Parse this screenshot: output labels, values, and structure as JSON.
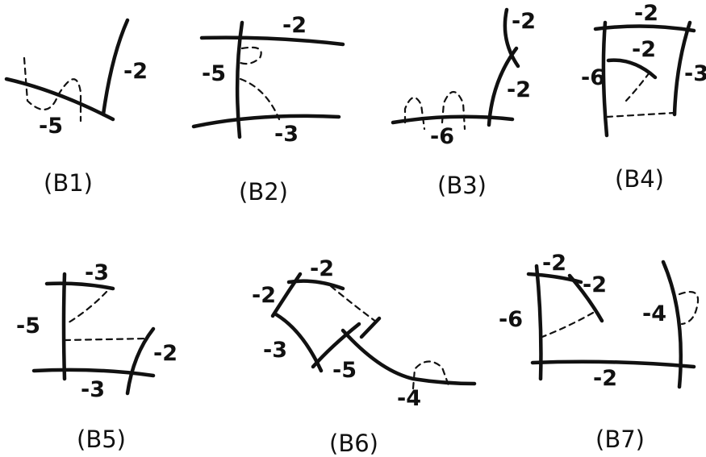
{
  "colors": {
    "ink": "#111111",
    "background": "#ffffff"
  },
  "panels": [
    {
      "caption": "(B1)",
      "labels": [
        "-2",
        "-5"
      ]
    },
    {
      "caption": "(B2)",
      "labels": [
        "-2",
        "-5",
        "-3"
      ]
    },
    {
      "caption": "(B3)",
      "labels": [
        "-2",
        "-2",
        "-6"
      ]
    },
    {
      "caption": "(B4)",
      "labels": [
        "-2",
        "-2",
        "-6",
        "-3"
      ]
    },
    {
      "caption": "(B5)",
      "labels": [
        "-3",
        "-5",
        "-2",
        "-3"
      ]
    },
    {
      "caption": "(B6)",
      "labels": [
        "-2",
        "-2",
        "-3",
        "-5",
        "-4"
      ]
    },
    {
      "caption": "(B7)",
      "labels": [
        "-2",
        "-2",
        "-6",
        "-4",
        "-2"
      ]
    }
  ]
}
